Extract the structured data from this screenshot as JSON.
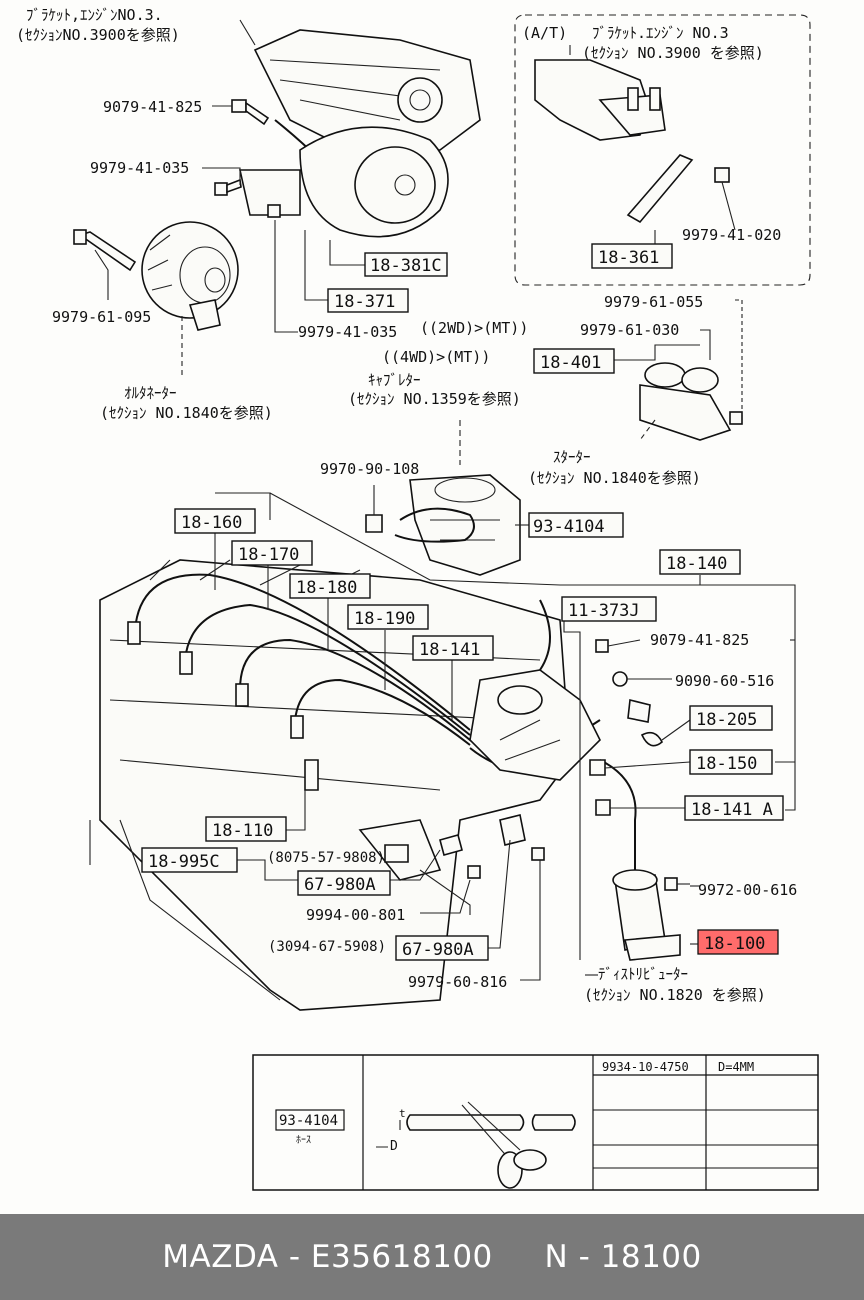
{
  "callouts": {
    "bracket_engine_no3": "ﾌﾞﾗｹｯﾄ,ｴﾝｼﾞﾝNO.3.",
    "bracket_engine_no3_ref": "(ｾｸｼｮﾝNO.3900を参照)",
    "bolt_9079_41_825_top": "9079-41-825",
    "bolt_9979_41_035_top": "9979-41-035",
    "bolt_9979_61_095": "9979-61-095",
    "alternator": "ｵﾙﾀﾈｰﾀｰ",
    "alternator_ref": "(ｾｸｼｮﾝ NO.1840を参照)",
    "box_18_381c": "18-381C",
    "box_18_371": "18-371",
    "bolt_9979_41_035_mid": "9979-41-035",
    "note_2wd_mt": "((2WD)>(MT))",
    "note_4wd_mt": "((4WD)>(MT))",
    "carburetor": "ｷｬﾌﾞﾚﾀｰ",
    "carburetor_ref": "(ｾｸｼｮﾝ NO.1359を参照)",
    "at_label": "(A/T)",
    "bracket_engine_no3_at": "ﾌﾞﾗｹｯﾄ.ｴﾝｼﾞﾝ NO.3",
    "bracket_engine_no3_at_ref": "(ｾｸｼｮﾝ NO.3900 を参照)",
    "bolt_9979_41_020": "9979-41-020",
    "box_18_361": "18-361",
    "bolt_9979_61_055": "9979-61-055",
    "bolt_9979_61_030": "9979-61-030",
    "box_18_401": "18-401",
    "starter": "ｽﾀｰﾀｰ",
    "starter_ref": "(ｾｸｼｮﾝ NO.1840を参照)",
    "clip_9970_90_108": "9970-90-108",
    "box_93_4104": "93-4104",
    "box_18_140": "18-140",
    "box_18_160": "18-160",
    "box_18_170": "18-170",
    "box_18_180": "18-180",
    "box_18_190": "18-190",
    "box_18_141": "18-141",
    "box_11_373j": "11-373J",
    "bolt_9079_41_825_low": "9079-41-825",
    "nut_9090_60_516": "9090-60-516",
    "box_18_205": "18-205",
    "box_18_150": "18-150",
    "box_18_141a": "18-141 A",
    "box_18_110": "18-110",
    "box_18_995c": "18-995C",
    "note_8075": "(8075-57-9808)",
    "box_67_980a_1": "67-980A",
    "bolt_9972_00_616": "9972-00-616",
    "box_18_100": "18-100",
    "bolt_9994_00_801": "9994-00-801",
    "note_3094": "(3094-67-5908)",
    "box_67_980a_2": "67-980A",
    "bolt_9979_60_816": "9979-60-816",
    "distributor": "ﾃﾞｨｽﾄﾘﾋﾞｭｰﾀｰ",
    "distributor_ref": "(ｾｸｼｮﾝ NO.1820 を参照)"
  },
  "hose_table": {
    "part_box": "93-4104",
    "part_box_sub": "ﾎｰｽ",
    "dim_t": "t",
    "dim_d": "D",
    "header_part": "9934-10-4750",
    "header_dim": "D=4MM"
  },
  "footer": {
    "brand": "MAZDA",
    "sep1": " - ",
    "catalog_number": "E35618100",
    "gap": "     ",
    "ref": "N - 18100"
  },
  "colors": {
    "highlight": "#ff3b3b",
    "footer_bg": "#7a7a7a",
    "footer_text": "#ffffff",
    "line": "#111111"
  }
}
